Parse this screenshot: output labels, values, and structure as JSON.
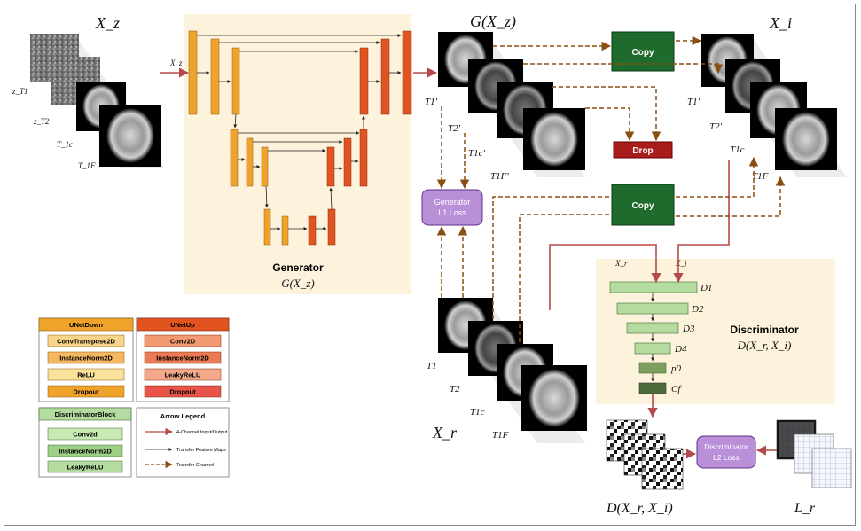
{
  "colors": {
    "unet_down": "#f0a32a",
    "unet_up": "#e2541f",
    "disc_block": "#b5dca0",
    "gen_panel": "#fdf3dc",
    "copy_box": "#1f6a2d",
    "drop_box": "#a81c1c",
    "loss_box": "#b98fd8",
    "arrow_io": "#b54a4a",
    "arrow_transfer": "#8a4f12"
  },
  "inputs": {
    "title": "X_z",
    "labels": [
      "z_T1",
      "z_T2",
      "T_1c",
      "T_1F"
    ]
  },
  "generator": {
    "title": "Generator",
    "subtitle": "G(X_z)",
    "input_label": "X_z"
  },
  "generated": {
    "title": "G(X_z)",
    "labels": [
      "T1'",
      "T2'",
      "T1c'",
      "T1F'"
    ]
  },
  "merged": {
    "title": "X_i",
    "labels": [
      "T1'",
      "T2'",
      "T1c",
      "T1F"
    ]
  },
  "real": {
    "title": "X_r",
    "labels": [
      "T1",
      "T2",
      "T1c",
      "T1F"
    ]
  },
  "boxes": {
    "copy_top": "Copy",
    "copy_mid": "Copy",
    "drop": "Drop",
    "gen_loss_line1": "Generator",
    "gen_loss_line2": "L1 Loss",
    "disc_loss_line1": "Discriminator",
    "disc_loss_line2": "L2 Loss"
  },
  "discriminator": {
    "title": "Discriminator",
    "subtitle": "D(X_r, X_i)",
    "input_xr": "X_r",
    "input_xi": "X_i",
    "layers": [
      "D1",
      "D2",
      "D3",
      "D4",
      "p0",
      "Cf"
    ]
  },
  "outputs": {
    "d_label": "D(X_r, X_i)",
    "lr_label": "L_r"
  },
  "legend": {
    "unetdown_title": "UNetDown",
    "unetdown_items": [
      "ConvTranspose2D",
      "InstanceNorm2D",
      "ReLU",
      "Dropout"
    ],
    "unetup_title": "UNetUp",
    "unetup_items": [
      "Conv2D",
      "InstanceNorm2D",
      "LeakyReLU",
      "Dropout"
    ],
    "disc_title": "DiscriminatorBlock",
    "disc_items": [
      "Conv2d",
      "InstanceNorm2D",
      "LeakyReLU"
    ],
    "arrow_title": "Arrow Legend",
    "arrow_io": "4-Channel Input/Output",
    "arrow_feature": "Transfer Feature Maps",
    "arrow_channel": "Transfer Channel"
  }
}
